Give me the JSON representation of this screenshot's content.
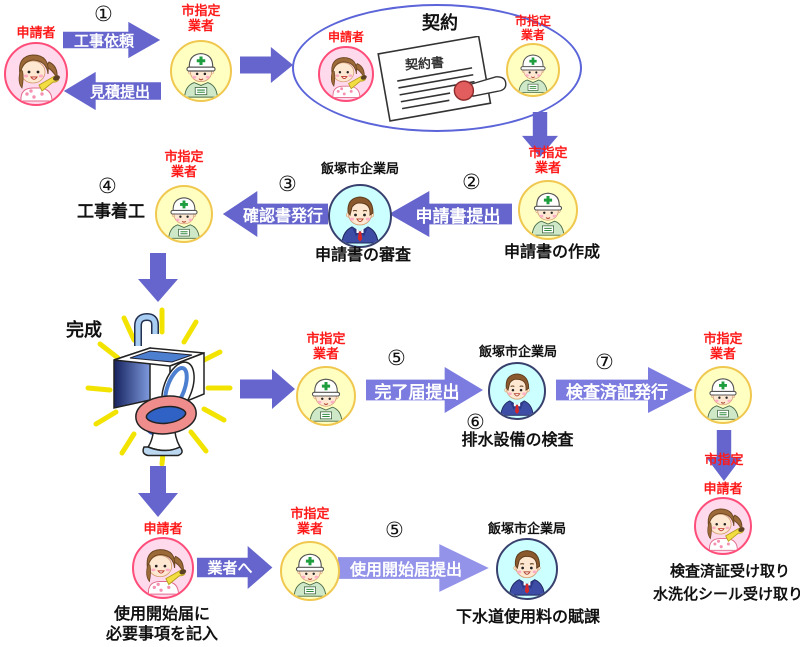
{
  "roles": {
    "applicant": "申請者",
    "contractor_line1": "市指定",
    "contractor_line2": "業者",
    "contractor_partial": "市指定",
    "bureau": "飯塚市企業局"
  },
  "steps": {
    "n1": "①",
    "n2": "②",
    "n3": "③",
    "n4": "④",
    "n5": "⑤",
    "n6": "⑥",
    "n7": "⑦"
  },
  "arrows": {
    "request": "工事依頼",
    "estimate": "見積提出",
    "submit_application": "申請書提出",
    "issue_confirmation": "確認書発行",
    "submit_completion": "完了届提出",
    "issue_certificate": "検査済証発行",
    "to_contractor": "業者へ",
    "submit_start": "使用開始届提出"
  },
  "captions": {
    "contract": "契約",
    "contract_doc": "契約書",
    "make_application": "申請書の作成",
    "review_application": "申請書の審査",
    "start_construction": "工事着工",
    "completion": "完成",
    "inspect_drainage": "排水設備の検査",
    "receive_certificate": "検査済証受け取り",
    "receive_seal": "水洗化シール受け取り",
    "fill_form_line1": "使用開始届に",
    "fill_form_line2": "必要事項を記入",
    "sewer_fee": "下水道使用料の賦課"
  },
  "colors": {
    "arrow": "#6565cd",
    "arrow_medium": "#7b7be0",
    "arrow_light": "#9393ea",
    "pink_fill": "#ffd9ec",
    "pink_border": "#ff4d79",
    "yellow_fill": "#ffffc2",
    "yellow_border": "#f0c850",
    "cyan_fill": "#ccffff",
    "cyan_border": "#39406e",
    "role_red": "#ff1a1a",
    "ellipse_border": "#5b64d8"
  }
}
